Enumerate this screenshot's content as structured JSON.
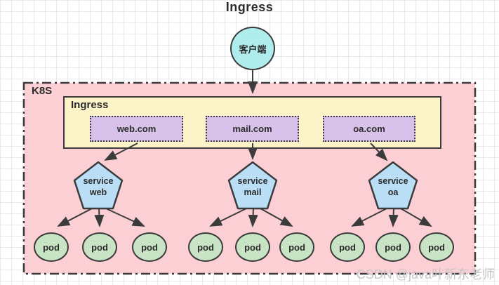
{
  "title": "Ingress",
  "client": {
    "label": "客户端"
  },
  "k8s": {
    "label": "K8S",
    "ingress_panel": {
      "label": "Ingress",
      "hosts": [
        "web.com",
        "mail.com",
        "oa.com"
      ]
    },
    "services": [
      {
        "line1": "service",
        "line2": "web"
      },
      {
        "line1": "service",
        "line2": "mail"
      },
      {
        "line1": "service",
        "line2": "oa"
      }
    ],
    "pods": [
      "pod",
      "pod",
      "pod",
      "pod",
      "pod",
      "pod",
      "pod",
      "pod",
      "pod"
    ]
  },
  "watermark": "CSDN @java叶新东老师",
  "colors": {
    "client_fill": "#AFECEC",
    "k8s_fill": "#FBCFD4",
    "ingress_fill": "#FCF3C8",
    "host_fill": "#D9C2EA",
    "service_fill": "#BBDEF7",
    "pod_fill": "#C9E4C5",
    "stroke": "#3B3B3B",
    "watermark_color": "#C6C6C6"
  }
}
